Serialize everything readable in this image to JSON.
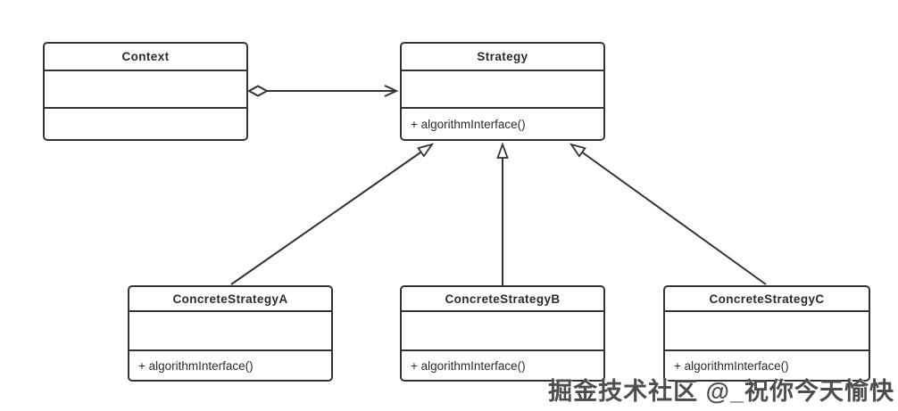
{
  "diagram": {
    "classes": [
      {
        "name": "Context",
        "methods": ""
      },
      {
        "name": "Strategy",
        "methods": "+ algorithmInterface()"
      },
      {
        "name": "ConcreteStrategyA",
        "methods": "+ algorithmInterface()"
      },
      {
        "name": "ConcreteStrategyB",
        "methods": "+ algorithmInterface()"
      },
      {
        "name": "ConcreteStrategyC",
        "methods": "+ algorithmInterface()"
      }
    ],
    "relationships": [
      {
        "from": "Context",
        "to": "Strategy",
        "type": "aggregation",
        "marker_source": "hollow-diamond",
        "marker_target": "open-arrow"
      },
      {
        "from": "ConcreteStrategyA",
        "to": "Strategy",
        "type": "generalization",
        "marker_target": "hollow-triangle"
      },
      {
        "from": "ConcreteStrategyB",
        "to": "Strategy",
        "type": "generalization",
        "marker_target": "hollow-triangle"
      },
      {
        "from": "ConcreteStrategyC",
        "to": "Strategy",
        "type": "generalization",
        "marker_target": "hollow-triangle"
      }
    ],
    "colors": {
      "line": "#333333",
      "box_fill": "#ffffff",
      "background": "#ffffff",
      "watermark": "#4d4d4d"
    }
  },
  "watermark": {
    "text": "掘金技术社区 @_祝你今天愉快"
  }
}
